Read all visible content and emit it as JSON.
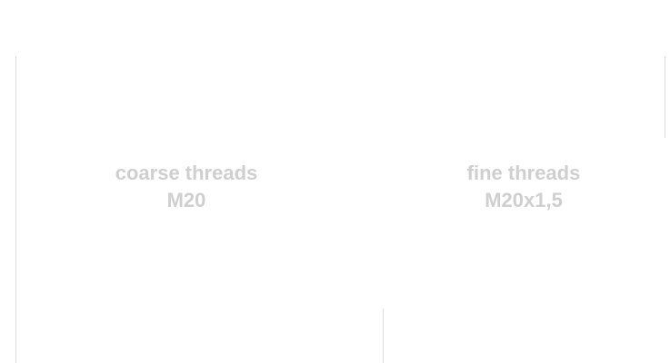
{
  "panels": [
    {
      "title": "coarse threads",
      "designation": "M20"
    },
    {
      "title": "fine threads",
      "designation": "M20x1,5"
    }
  ]
}
